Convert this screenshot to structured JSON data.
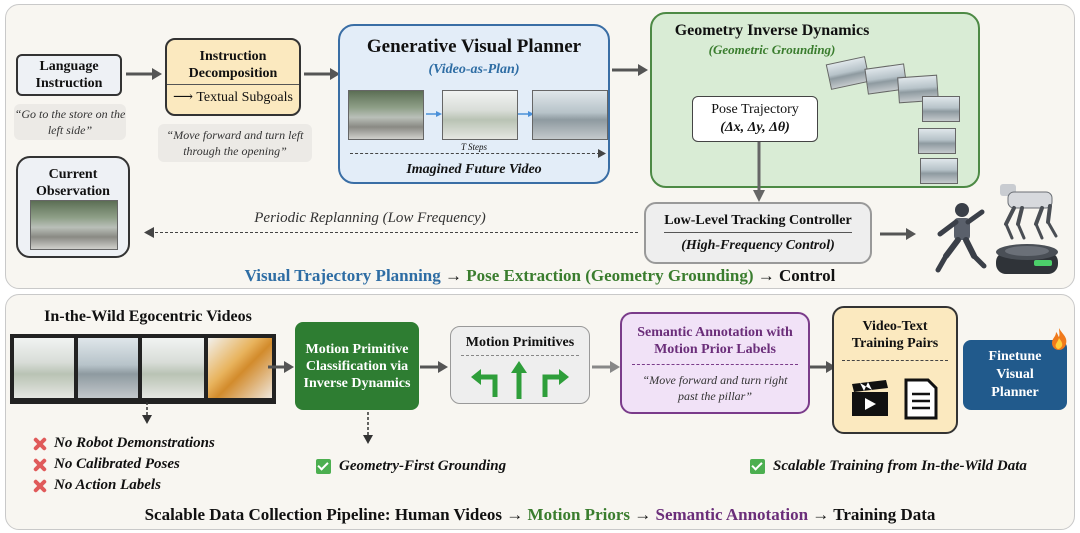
{
  "top": {
    "language_instruction": "Language Instruction",
    "language_quote": "“Go to the store on the left side”",
    "instruction_decomposition": "Instruction Decomposition",
    "textual_subgoals": "Textual Subgoals",
    "decomposition_quote": "“Move forward and turn left through the opening”",
    "current_observation": "Current Observation",
    "planner_title": "Generative Visual Planner",
    "planner_subtitle": "(Video-as-Plan)",
    "t_steps": "T Steps",
    "imagined_video": "Imagined Future Video",
    "gid_title": "Geometry Inverse Dynamics",
    "gid_subtitle": "(Geometric Grounding)",
    "pose_trajectory": "Pose Trajectory",
    "pose_formula": "(Δx, Δy, Δθ)",
    "replanning": "Periodic Replanning (Low Frequency)",
    "controller_title": "Low-Level Tracking Controller",
    "controller_sub": "(High-Frequency Control)",
    "caption_part1": "Visual Trajectory Planning",
    "caption_arrow1": "→",
    "caption_part2": "Pose Extraction (Geometry Grounding)",
    "caption_arrow2": "→",
    "caption_part3": "Control"
  },
  "bottom": {
    "egocentric_title": "In-the-Wild Egocentric Videos",
    "no_items": [
      "No Robot Demonstrations",
      "No Calibrated Poses",
      "No Action Labels"
    ],
    "motion_classification": "Motion Primitive Classification via Inverse Dynamics",
    "geometry_first": "Geometry-First Grounding",
    "motion_primitives": "Motion Primitives",
    "semantic_title": "Semantic Annotation with Motion Prior Labels",
    "semantic_quote": "“Move forward and turn right past the pillar”",
    "video_text_pairs": "Video-Text Training Pairs",
    "finetune": "Finetune Visual Planner",
    "scalable_training": "Scalable Training from In-the-Wild Data",
    "caption_part1": "Scalable Data Collection Pipeline: Human Videos",
    "caption_arrow1": "→",
    "caption_part2": "Motion Priors",
    "caption_arrow2": "→",
    "caption_part3": "Semantic Annotation",
    "caption_arrow3": "→",
    "caption_part4": "Training Data"
  },
  "colors": {
    "blue": "#2e6da4",
    "green": "#3a7d2e",
    "purple": "#6b2e7a",
    "planner_bg": "#e3edf8",
    "gid_bg": "#d9ecd5",
    "decomp_bg": "#fbe9bf",
    "motion_green": "#2e7d32",
    "semantic_bg": "#f1e2f7",
    "finetune_bg": "#215a8c"
  },
  "icons": [
    "arrow-right-icon",
    "turn-left-arrow-icon",
    "forward-arrow-icon",
    "turn-right-arrow-icon",
    "clapperboard-icon",
    "document-icon",
    "fire-icon",
    "checkbox-icon",
    "cross-icon",
    "humanoid-robot-icon",
    "quadruped-robot-icon",
    "wheeled-robot-icon"
  ]
}
